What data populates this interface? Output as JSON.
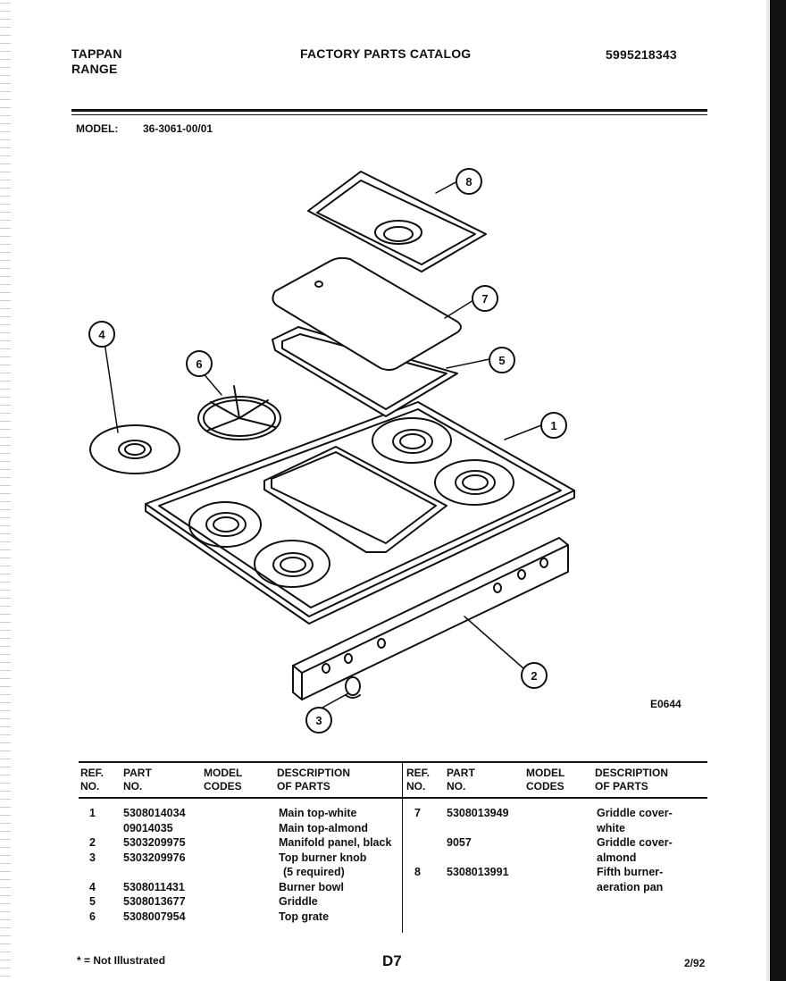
{
  "header": {
    "brand_line1": "TAPPAN",
    "brand_line2": "RANGE",
    "title": "FACTORY PARTS CATALOG",
    "catalog_no": "5995218343"
  },
  "model": {
    "label": "MODEL:",
    "value": "36-3061-00/01"
  },
  "diagram": {
    "id": "E0644",
    "callouts": [
      "1",
      "2",
      "3",
      "4",
      "5",
      "6",
      "7",
      "8"
    ]
  },
  "table": {
    "headers": {
      "ref1": "REF.",
      "ref2": "NO.",
      "part1": "PART",
      "part2": "NO.",
      "model1": "MODEL",
      "model2": "CODES",
      "desc1": "DESCRIPTION",
      "desc2": "OF PARTS"
    },
    "left_rows": [
      {
        "ref": "1",
        "part": "5308014034",
        "desc": "Main top-white"
      },
      {
        "ref": "",
        "part": "09014035",
        "desc": "Main top-almond"
      },
      {
        "ref": "2",
        "part": "5303209975",
        "desc": "Manifold panel, black"
      },
      {
        "ref": "3",
        "part": "5303209976",
        "desc": "Top burner knob"
      },
      {
        "ref": "",
        "part": "",
        "desc": "(5 required)"
      },
      {
        "ref": "4",
        "part": "5308011431",
        "desc": "Burner bowl"
      },
      {
        "ref": "5",
        "part": "5308013677",
        "desc": "Griddle"
      },
      {
        "ref": "6",
        "part": "5308007954",
        "desc": "Top grate"
      }
    ],
    "right_rows": [
      {
        "ref": "7",
        "part": "5308013949",
        "desc": "Griddle cover-"
      },
      {
        "ref": "",
        "part": "",
        "desc": "white"
      },
      {
        "ref": "",
        "part": "9057",
        "desc": "Griddle cover-"
      },
      {
        "ref": "",
        "part": "",
        "desc": "almond"
      },
      {
        "ref": "8",
        "part": "5308013991",
        "desc": "Fifth burner-"
      },
      {
        "ref": "",
        "part": "",
        "desc": "aeration pan"
      }
    ]
  },
  "footer": {
    "note": "* = Not Illustrated",
    "page": "D7",
    "date": "2/92"
  }
}
